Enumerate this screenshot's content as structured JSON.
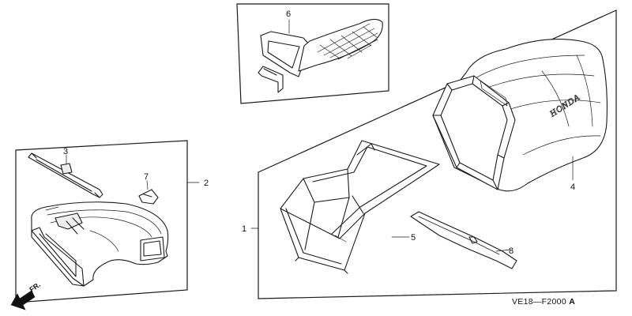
{
  "callouts": {
    "c1": "1",
    "c2": "2",
    "c3": "3",
    "c4": "4",
    "c5": "5",
    "c6": "6",
    "c7": "7",
    "c8": "8"
  },
  "drawing_code": "VE18—F2000",
  "drawing_code_suffix": "A",
  "bag_brand_text": "HONDA",
  "front_indicator": "FR.",
  "icons": {
    "front_arrow": "arrow-left-down-icon"
  }
}
